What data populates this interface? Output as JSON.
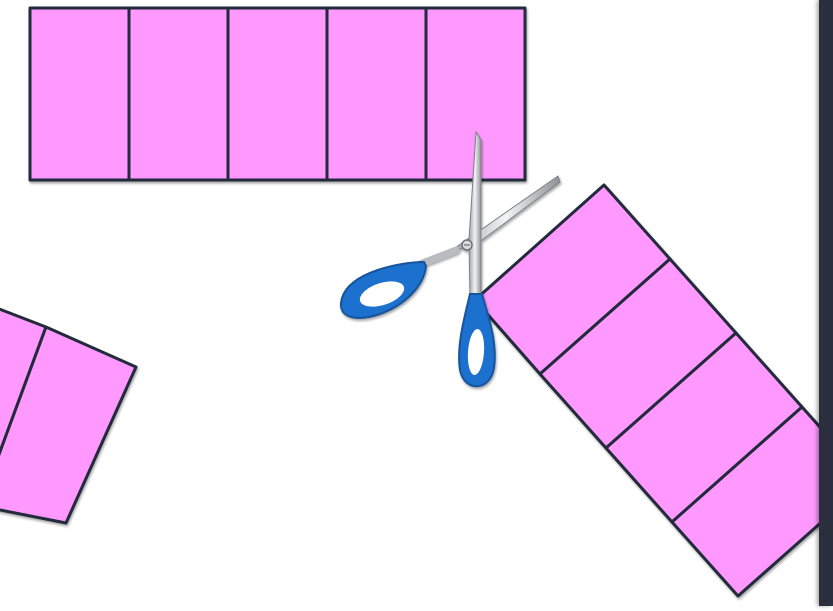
{
  "colors": {
    "piece_fill": "#ff99ff",
    "outline": "#232a3a",
    "side_bar": "#2b2f3d",
    "scissor_handle": "#1f6fce",
    "scissor_blade": "#c7c9cc"
  },
  "strips": [
    {
      "name": "strip-top-five",
      "cells": 5
    },
    {
      "name": "strip-right-four",
      "cells": 4
    },
    {
      "name": "strip-left-two",
      "cells": 2
    }
  ],
  "icons": {
    "scissors": "scissors-icon"
  }
}
